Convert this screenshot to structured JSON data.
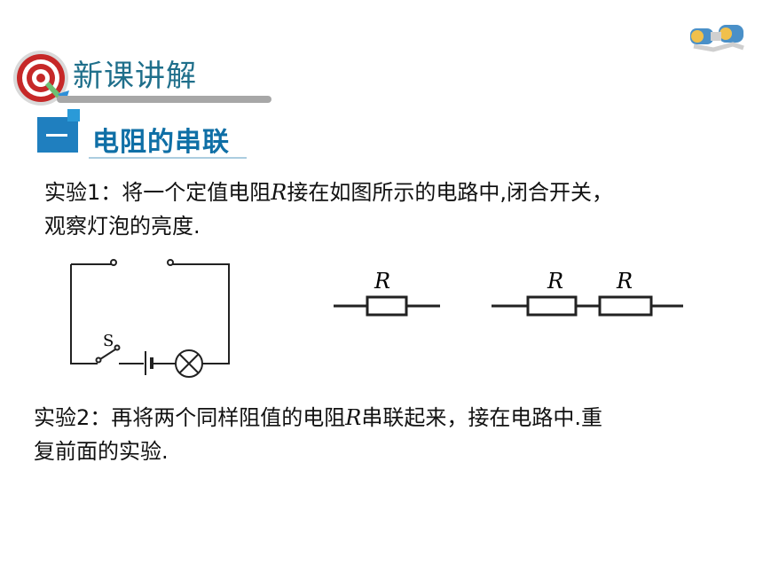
{
  "header": {
    "section_title": "新课讲解",
    "subsection_number": "一",
    "subsection_title": "电阻的串联"
  },
  "experiment1": {
    "prefix": "实验1：将一个定值电阻",
    "symbol": "R",
    "suffix": "接在如图所示的电路中,闭合开关，",
    "line2": "观察灯泡的亮度."
  },
  "experiment2": {
    "prefix": "实验2：再将两个同样阻值的电阻",
    "symbol": "R",
    "suffix": "串联起来，接在电路中.重",
    "line2": "复前面的实验."
  },
  "diagrams": {
    "circuit_switch_label": "S",
    "single_resistor_label": "R",
    "series_resistor_labels": [
      "R",
      "R"
    ]
  },
  "colors": {
    "title": "#1f6f8b",
    "accent": "#1f7fbf",
    "underline": "#a7a7a7"
  },
  "icons": [
    "target-icon",
    "binoculars-icon"
  ]
}
